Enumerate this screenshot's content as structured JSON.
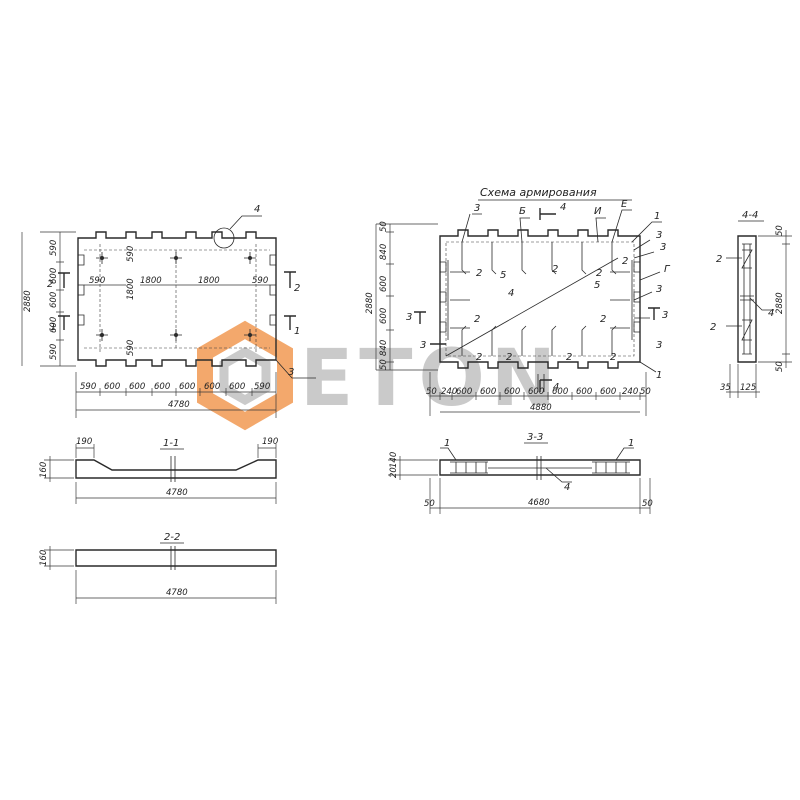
{
  "colors": {
    "line": "#2a2a2a",
    "watermark_grey": "#b9b9b9",
    "watermark_orange": "#f08c3c"
  },
  "watermark": {
    "text": "ETON"
  },
  "plan": {
    "callout": "4",
    "overall_width": "4780",
    "overall_height": "2880",
    "left_dims": [
      "590",
      "600",
      "600",
      "600",
      "590"
    ],
    "bottom_dims": [
      "590",
      "600",
      "600",
      "600",
      "600",
      "600",
      "600",
      "590"
    ],
    "inner_labels": [
      "590",
      "1800",
      "1800",
      "590",
      "1800",
      "590",
      "590"
    ],
    "section_marks": [
      "2",
      "1",
      "2",
      "1",
      "3"
    ]
  },
  "section_1_1": {
    "title": "1-1",
    "d1": "190",
    "d2": "190",
    "h": "160",
    "w": "4780"
  },
  "section_2_2": {
    "title": "2-2",
    "h": "160",
    "w": "4780"
  },
  "scheme": {
    "title": "Схема армирования",
    "top_labels": [
      "3",
      "Б",
      "4",
      "И",
      "Е",
      "1"
    ],
    "right_labels": [
      "3",
      "3",
      "Г",
      "3",
      "3",
      "1"
    ],
    "left_labels": [
      "3",
      "3",
      "2",
      "2"
    ],
    "inner_labels": [
      "2",
      "5",
      "2",
      "2",
      "2",
      "5",
      "4",
      "2",
      "2",
      "2",
      "2"
    ],
    "left_dims": [
      "50",
      "840",
      "600",
      "600",
      "840",
      "50"
    ],
    "overall_height": "2880",
    "bottom_dims": [
      "50",
      "240",
      "600",
      "600",
      "600",
      "600",
      "600",
      "600",
      "600",
      "240",
      "50"
    ],
    "overall_width": "4880",
    "mark_bottom": "4"
  },
  "section_3_3": {
    "title": "3-3",
    "l1": "1",
    "l2": "1",
    "l3": "4",
    "h1": "20",
    "h2": "140",
    "w": "4680",
    "e1": "50",
    "e2": "50"
  },
  "section_4_4": {
    "title": "4-4",
    "l1": "2",
    "l2": "2",
    "l3": "4",
    "h": "2880",
    "t1": "50",
    "t2": "50",
    "b1": "35",
    "b2": "125"
  }
}
